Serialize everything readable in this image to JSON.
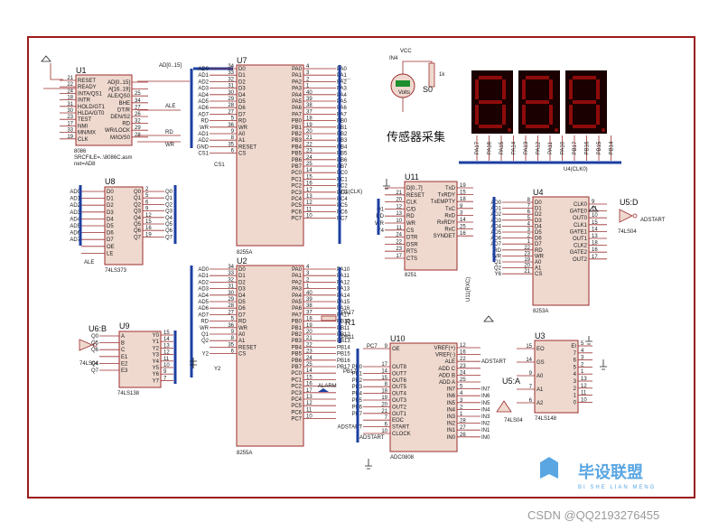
{
  "chips": {
    "u1": {
      "ref": "U1",
      "part": "8086",
      "src": "SRCFILE=..\\8086C.asm",
      "net": "net=AD8"
    },
    "u7": {
      "ref": "U7",
      "part": "8255A"
    },
    "u8": {
      "ref": "U8",
      "part": "74LS373"
    },
    "u2": {
      "ref": "U2",
      "part": "8255A"
    },
    "u9": {
      "ref": "U9",
      "part": "74LS138"
    },
    "u6b": {
      "ref": "U6:B",
      "part": "74LS04"
    },
    "u11": {
      "ref": "U11",
      "part": "8251"
    },
    "u4": {
      "ref": "U4",
      "part": "8253A"
    },
    "u5d": {
      "ref": "U5:D",
      "part": "74LS04"
    },
    "u10": {
      "ref": "U10",
      "part": "ADC0808"
    },
    "u3": {
      "ref": "U3",
      "part": "74LS148"
    },
    "u5a": {
      "ref": "U5:A",
      "part": "74LS04"
    },
    "r1": {
      "ref": "R1"
    },
    "s0": {
      "ref": "S0"
    }
  },
  "labels": {
    "ad_bus": "AD[0..15]",
    "ale": "ALE",
    "rd": "RD",
    "wr": "WR",
    "vcc": "VCC",
    "in4": "IN4",
    "volts": "Volts",
    "pot": "1k",
    "sensor": "传感器采集",
    "u4_clk0": "U4(CLK0)",
    "u11_clk": "U11(CLK)",
    "u11_rxc": "U11(RXC)",
    "adstart": "ADSTART",
    "adstart2": "ADSTART",
    "alarm": "ALARM",
    "cs1": "CS1",
    "y2": "Y2",
    "y4": "Y4",
    "y6": "Y6",
    "ddd": "D[0..7]",
    "pa17": "PA17",
    "pb11": "PB11",
    "pc7": "PC7",
    "pb17": "PB17"
  },
  "pins": {
    "u1_left": [
      "RESET",
      "READY",
      "INTA/QS1",
      "INTR",
      "HOLD/GT1",
      "HLDA/GT0",
      "TEST",
      "NMI",
      "MN/MX",
      "CLK"
    ],
    "u1_leftnum": [
      "21",
      "22",
      "24",
      "18",
      "31",
      "30",
      "23",
      "17",
      "33",
      "19"
    ],
    "u1_right": [
      "AD[0..15]",
      "A[16..19]",
      "ALE/QS0",
      "BHE",
      "DT/R",
      "DEN/S2",
      "RD",
      "WR/LOCK",
      "M/IO/S0"
    ],
    "u1_rightnum": [
      "",
      "",
      "25",
      "34",
      "27",
      "26",
      "32",
      "29",
      "28"
    ],
    "u7_left": [
      "D0",
      "D1",
      "D2",
      "D3",
      "D4",
      "D5",
      "D6",
      "D7",
      "RD",
      "WR",
      "A0",
      "A1",
      "RESET",
      "CS"
    ],
    "u7_leftnum": [
      "34",
      "33",
      "32",
      "31",
      "30",
      "29",
      "28",
      "27",
      "5",
      "36",
      "9",
      "8",
      "35",
      "6"
    ],
    "u7_in": [
      "AD0",
      "AD1",
      "AD2",
      "AD3",
      "AD4",
      "AD5",
      "AD6",
      "AD7",
      "RD",
      "WR",
      "AD1",
      "AD2",
      "GND",
      "CS1"
    ],
    "u7_right": [
      "PA0",
      "PA1",
      "PA2",
      "PA3",
      "PA4",
      "PA5",
      "PA6",
      "PA7",
      "PB0",
      "PB1",
      "PB2",
      "PB3",
      "PB4",
      "PB5",
      "PB6",
      "PB7",
      "PC0",
      "PC1",
      "PC2",
      "PC3",
      "PC4",
      "PC5",
      "PC6",
      "PC7"
    ],
    "u7_rightnum": [
      "4",
      "3",
      "2",
      "1",
      "40",
      "39",
      "38",
      "37",
      "18",
      "19",
      "20",
      "21",
      "22",
      "23",
      "24",
      "25",
      "14",
      "15",
      "16",
      "17",
      "13",
      "12",
      "11",
      "10"
    ],
    "u7_out": [
      "PA0",
      "PA1",
      "PA2",
      "PA3",
      "PA4",
      "PA5",
      "PA6",
      "PA7",
      "PB0",
      "PB1",
      "PB2",
      "PB3",
      "PB4",
      "PB5",
      "PB6",
      "PB7",
      "PC0",
      "PC1",
      "PC2",
      "PC3",
      "PC4",
      "PC5",
      "PC6",
      "PC7"
    ],
    "u8_in": [
      "AD0",
      "AD1",
      "AD2",
      "AD3",
      "AD4",
      "AD5",
      "AD6",
      "AD7"
    ],
    "u8_left": [
      "D0",
      "D1",
      "D2",
      "D3",
      "D4",
      "D5",
      "D6",
      "D7",
      "OE",
      "LE"
    ],
    "u8_right": [
      "Q0",
      "Q1",
      "Q2",
      "Q3",
      "Q4",
      "Q5",
      "Q6",
      "Q7"
    ],
    "u8_rightnum": [
      "2",
      "5",
      "6",
      "9",
      "12",
      "15",
      "16",
      "19"
    ],
    "u8_out": [
      "Q0",
      "Q1",
      "Q2",
      "Q3",
      "Q4",
      "Q5",
      "Q6",
      "Q7"
    ],
    "u2_left": [
      "D0",
      "D1",
      "D2",
      "D3",
      "D4",
      "D5",
      "D6",
      "D7",
      "RD",
      "WR",
      "A0",
      "A1",
      "RESET",
      "CS"
    ],
    "u2_leftnum": [
      "34",
      "33",
      "32",
      "31",
      "30",
      "29",
      "28",
      "27",
      "5",
      "36",
      "9",
      "8",
      "35",
      "6"
    ],
    "u2_in": [
      "AD0",
      "AD1",
      "AD2",
      "AD3",
      "AD4",
      "AD5",
      "AD6",
      "AD7",
      "RD",
      "WR",
      "Q1",
      "Q2",
      "",
      "Y2"
    ],
    "u2_right": [
      "PA0",
      "PA1",
      "PA2",
      "PA3",
      "PA4",
      "PA5",
      "PA6",
      "PA7",
      "PB0",
      "PB1",
      "PB2",
      "PB3",
      "PB4",
      "PB5",
      "PB6",
      "PB7",
      "PC0",
      "PC1",
      "PC2",
      "PC3",
      "PC4",
      "PC5",
      "PC6",
      "PC7"
    ],
    "u2_rightnum": [
      "4",
      "3",
      "2",
      "1",
      "40",
      "39",
      "38",
      "37",
      "18",
      "19",
      "20",
      "21",
      "22",
      "23",
      "24",
      "25",
      "14",
      "15",
      "16",
      "17",
      "13",
      "12",
      "11",
      "10"
    ],
    "u2_out": [
      "PA10",
      "PA11",
      "PA12",
      "PA13",
      "PA14",
      "PA15",
      "PA16",
      "PA17",
      "PB10",
      "PB11",
      "PB12",
      "PB13",
      "PB14",
      "PB15",
      "PB16",
      "PB17",
      "",
      "",
      "",
      "",
      "",
      "",
      "",
      ""
    ],
    "u9_left": [
      "A",
      "B",
      "C",
      "E1",
      "E2",
      "E3"
    ],
    "u9_in": [
      "Q0",
      "Q5",
      "Q6",
      "",
      "Q4",
      "Q7"
    ],
    "u9_right": [
      "Y0",
      "Y1",
      "Y2",
      "Y3",
      "Y4",
      "Y5",
      "Y6",
      "Y7"
    ],
    "u9_rightnum": [
      "15",
      "14",
      "13",
      "12",
      "11",
      "10",
      "9",
      "7"
    ],
    "u11_left": [
      "D[0..7]",
      "RESET",
      "CLK",
      "C/D",
      "RD",
      "WR",
      "CS",
      "DTR",
      "DSR",
      "RTS",
      "CTS"
    ],
    "u11_leftnum": [
      "",
      "21",
      "20",
      "12",
      "13",
      "10",
      "11",
      "24",
      "22",
      "23",
      "17"
    ],
    "u11_in": [
      "",
      "",
      "",
      "Q1",
      "RD",
      "WR",
      "Y4",
      "",
      "",
      "",
      ""
    ],
    "u11_right": [
      "TxD",
      "TxRDY",
      "TxEMPTY",
      "TxC",
      "RxD",
      "RxRDY",
      "RxC",
      "SYNDET"
    ],
    "u11_rightnum": [
      "19",
      "15",
      "18",
      "9",
      "3",
      "14",
      "25",
      "16"
    ],
    "u4_left": [
      "D0",
      "D1",
      "D2",
      "D3",
      "D4",
      "D5",
      "D6",
      "D7",
      "RD",
      "WR",
      "A0",
      "A1",
      "CS"
    ],
    "u4_leftnum": [
      "8",
      "7",
      "6",
      "5",
      "4",
      "3",
      "2",
      "1",
      "22",
      "23",
      "19",
      "20",
      "21"
    ],
    "u4_in": [
      "AD0",
      "AD1",
      "AD2",
      "AD3",
      "AD4",
      "AD5",
      "AD6",
      "AD7",
      "RD",
      "WR",
      "Q1",
      "Q2",
      "Y6"
    ],
    "u4_right": [
      "CLK0",
      "GATE0",
      "OUT0",
      "CLK1",
      "GATE1",
      "OUT1",
      "CLK2",
      "GATE2",
      "OUT2"
    ],
    "u4_rightnum": [
      "9",
      "11",
      "10",
      "15",
      "14",
      "13",
      "18",
      "16",
      "17"
    ],
    "u10_left": [
      "OUT8",
      "OUT7",
      "OUT6",
      "OUT5",
      "OUT4",
      "OUT3",
      "OUT2",
      "OUT1",
      "EOC",
      "START",
      "CLOCK"
    ],
    "u10_leftnum": [
      "17",
      "14",
      "15",
      "8",
      "18",
      "19",
      "20",
      "21",
      "7",
      "6",
      "10"
    ],
    "u10_in": [
      "PB0",
      "PB1",
      "PB2",
      "PB3",
      "PB4",
      "PB5",
      "PB6",
      "PB7",
      "",
      "ADSTART",
      ""
    ],
    "u10_right": [
      "VREF(+)",
      "VREF(-)",
      "ALE",
      "ADD C",
      "ADD B",
      "ADD A",
      "IN7",
      "IN6",
      "IN5",
      "IN4",
      "IN3",
      "IN2",
      "IN1",
      "IN0"
    ],
    "u10_rightnum": [
      "12",
      "16",
      "22",
      "23",
      "24",
      "25",
      "5",
      "4",
      "3",
      "2",
      "1",
      "28",
      "27",
      "26"
    ],
    "u10_out": [
      "",
      "",
      "ADSTART",
      "",
      "",
      "",
      "IN7",
      "IN6",
      "IN5",
      "IN4",
      "IN3",
      "IN2",
      "IN1",
      "IN0"
    ],
    "u10_top": [
      "OE"
    ],
    "u10_topnum": [
      "9"
    ],
    "u3_left": [
      "EO",
      "GS",
      "A0",
      "A1",
      "A2"
    ],
    "u3_leftnum": [
      "15",
      "14",
      "9",
      "7",
      "6"
    ],
    "u3_right": [
      "EI",
      "7",
      "6",
      "5",
      "4",
      "3",
      "2",
      "1",
      "0"
    ],
    "u3_rightnum": [
      "5",
      "4",
      "3",
      "2",
      "1",
      "13",
      "12",
      "11",
      "10"
    ],
    "disp_pins": [
      "PA17",
      "PA16",
      "PA15",
      "PA14",
      "PA13",
      "PA12",
      "PA11",
      "PA10",
      "PB17",
      "PB16",
      "PB15",
      "PB14"
    ]
  },
  "branding": {
    "wm_cn": "毕设联盟",
    "wm_en": "BI SHE LIAN MENG",
    "csdn": "CSDN @QQ2193276455"
  }
}
